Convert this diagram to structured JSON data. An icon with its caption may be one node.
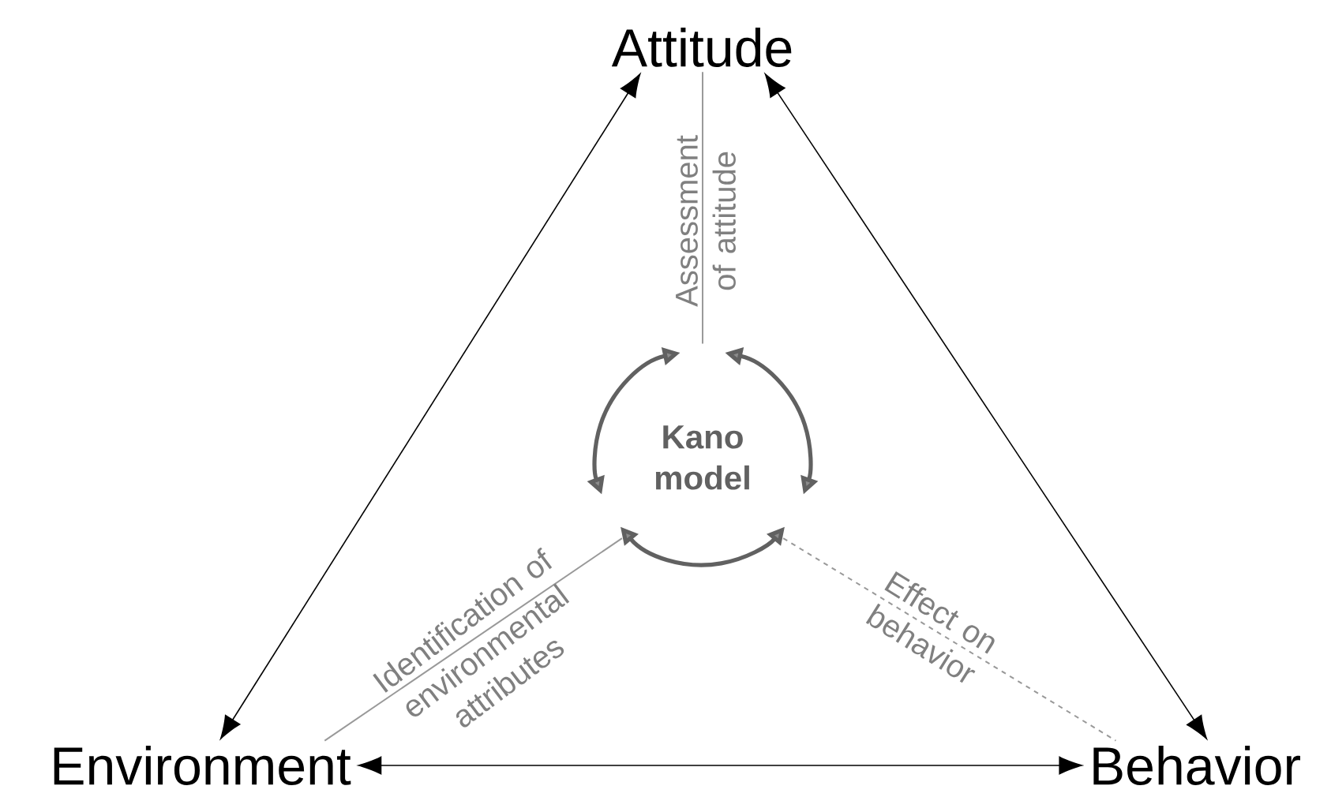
{
  "diagram": {
    "nodes": [
      {
        "text": [
          "Attitude"
        ]
      },
      {
        "text": [
          "Environment"
        ]
      },
      {
        "text": [
          "Behavior"
        ]
      },
      {
        "text": [
          "Kano model"
        ]
      }
    ],
    "edges": [
      {
        "from": 0,
        "to": 1,
        "arrow": "both"
      },
      {
        "from": 0,
        "to": 2,
        "arrow": "both"
      },
      {
        "from": 1,
        "to": 2,
        "arrow": "both"
      },
      {
        "from": 3,
        "to": 0,
        "arrow": "none",
        "label": "Assessment of attitude",
        "color": "#999999"
      },
      {
        "from": 3,
        "to": 1,
        "arrow": "none",
        "label": "Identification of environmental attributes",
        "color": "#999999"
      },
      {
        "from": 3,
        "to": 2,
        "arrow": "none",
        "label": "Effect on behavior",
        "color": "#999999",
        "style": "dashed"
      }
    ]
  }
}
